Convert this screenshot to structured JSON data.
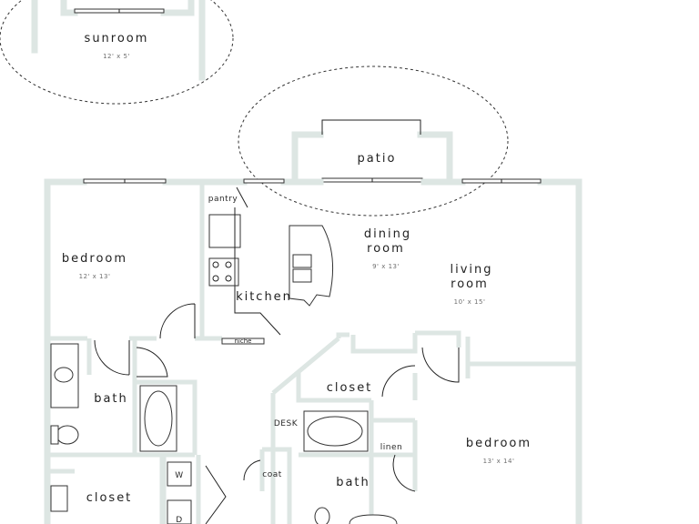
{
  "rooms": {
    "sunroom": {
      "name": "sunroom",
      "dims": "12' x 5'"
    },
    "patio": {
      "name": "patio"
    },
    "bedroom_left": {
      "name": "bedroom",
      "dims": "12' x 13'"
    },
    "dining": {
      "line1": "dining",
      "line2": "room",
      "dims": "9' x 13'"
    },
    "living": {
      "line1": "living",
      "line2": "room",
      "dims": "10' x 15'"
    },
    "kitchen": {
      "name": "kitchen"
    },
    "bath_left": {
      "name": "bath"
    },
    "closet_left": {
      "name": "closet"
    },
    "closet_center": {
      "name": "closet"
    },
    "bedroom_right": {
      "name": "bedroom",
      "dims": "13' x 14'"
    },
    "bath_center": {
      "name": "bath"
    }
  },
  "fixtures": {
    "pantry": "pantry",
    "niche": "niche",
    "desk": "DESK",
    "linen": "linen",
    "coat": "coat",
    "washer": "W",
    "dryer": "D"
  }
}
